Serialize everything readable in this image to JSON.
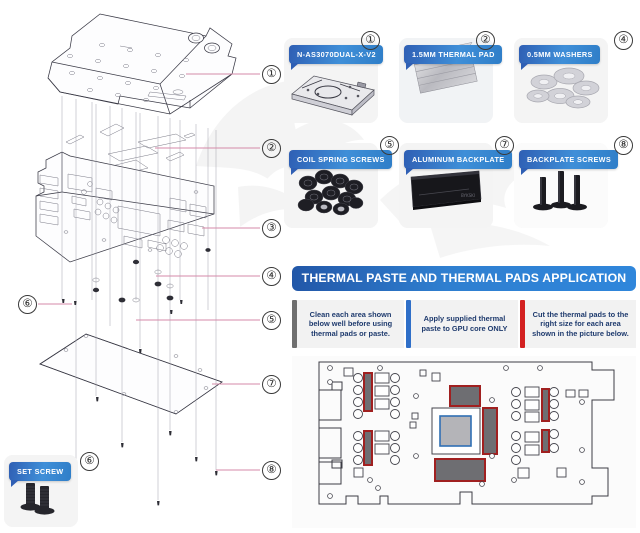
{
  "document": {
    "type": "gpu-waterblock-installation-instructions"
  },
  "colors": {
    "badge_blue": "#2f5fb4",
    "header_blue": "#2257a8",
    "leader_pink": "#d48aa8",
    "instr_gray": "#6f6f6f",
    "instr_blue": "#2f6fc8",
    "instr_red": "#d32020",
    "pad_red": "#a02020",
    "core_blue": "#2f6fb4"
  },
  "parts_cards": [
    {
      "id": 1,
      "number": "①",
      "label": "N-AS3070DUAL-X-V2",
      "image": "waterblock-photo"
    },
    {
      "id": 2,
      "number": "②",
      "label": "1.5MM THERMAL PAD",
      "image": "thermal-pad-photo"
    },
    {
      "id": 4,
      "number": "④",
      "label": "0.5MM WASHERS",
      "image": "washers-photo"
    },
    {
      "id": 5,
      "number": "⑤",
      "label": "COIL SPRING SCREWS",
      "image": "coil-spring-screws-photo"
    },
    {
      "id": 7,
      "number": "⑦",
      "label": "ALUMINUM BACKPLATE",
      "image": "aluminum-backplate-photo"
    },
    {
      "id": 8,
      "number": "⑧",
      "label": "BACKPLATE SCREWS",
      "image": "backplate-screws-photo"
    }
  ],
  "set_screw_card": {
    "number": "⑥",
    "label": "SET SCREW",
    "image": "set-screw-photo"
  },
  "exploded_callouts": [
    {
      "number": "①",
      "target": "waterblock"
    },
    {
      "number": "②",
      "target": "thermal-pads"
    },
    {
      "number": "③",
      "target": "gpu-pcb"
    },
    {
      "number": "④",
      "target": "washers"
    },
    {
      "number": "⑤",
      "target": "coil-spring-screws"
    },
    {
      "number": "⑥",
      "target": "set-screws"
    },
    {
      "number": "⑦",
      "target": "aluminum-backplate"
    },
    {
      "number": "⑧",
      "target": "backplate-screws"
    }
  ],
  "thermal_section": {
    "header": "THERMAL PASTE AND THERMAL PADS APPLICATION",
    "instructions": [
      {
        "accent": "#6f6f6f",
        "text": "Clean each area shown below well before using thermal pads or paste."
      },
      {
        "accent": "#2f6fc8",
        "text": "Apply supplied thermal paste to GPU core ONLY"
      },
      {
        "accent": "#d32020",
        "text": "Cut the thermal pads to the right size for each area shown in the picture below."
      }
    ],
    "pcb_diagram": {
      "name": "gpu-pcb-thermal-map",
      "gpu_core": {
        "label": "GPU core",
        "outline": "#2f6fb4"
      },
      "pad_areas_outline": "#a02020",
      "pad_area_count": 6
    }
  }
}
